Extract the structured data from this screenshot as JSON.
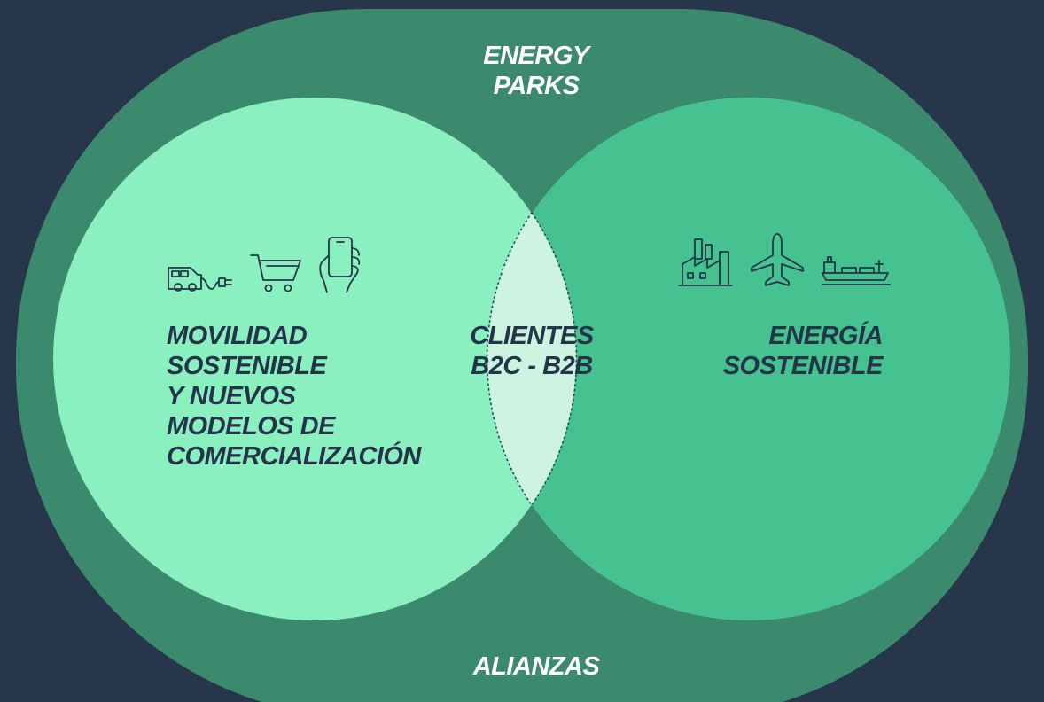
{
  "outer": {
    "top_label_lines": [
      "ENERGY",
      "PARKS"
    ],
    "bottom_label": "ALIANZAS"
  },
  "left": {
    "label_lines": [
      "MOVILIDAD",
      "SOSTENIBLE",
      "Y NUEVOS",
      "MODELOS DE",
      "COMERCIALIZACIÓN"
    ],
    "icons": [
      "ev-charging-icon",
      "shopping-cart-icon",
      "smartphone-hand-icon"
    ]
  },
  "center": {
    "label_lines": [
      "CLIENTES",
      "B2C - B2B"
    ]
  },
  "right": {
    "label_lines": [
      "ENERGÍA",
      "SOSTENIBLE"
    ],
    "icons": [
      "factory-icon",
      "airplane-icon",
      "ship-icon"
    ]
  },
  "colors": {
    "background": "#27364a",
    "outer_ring": "#3b8a6d",
    "left_circle": "#8af0c0",
    "right_circle": "#45c290",
    "intersection": "#ccf4e1",
    "text_dark": "#24354a",
    "text_light": "#ffffff"
  }
}
